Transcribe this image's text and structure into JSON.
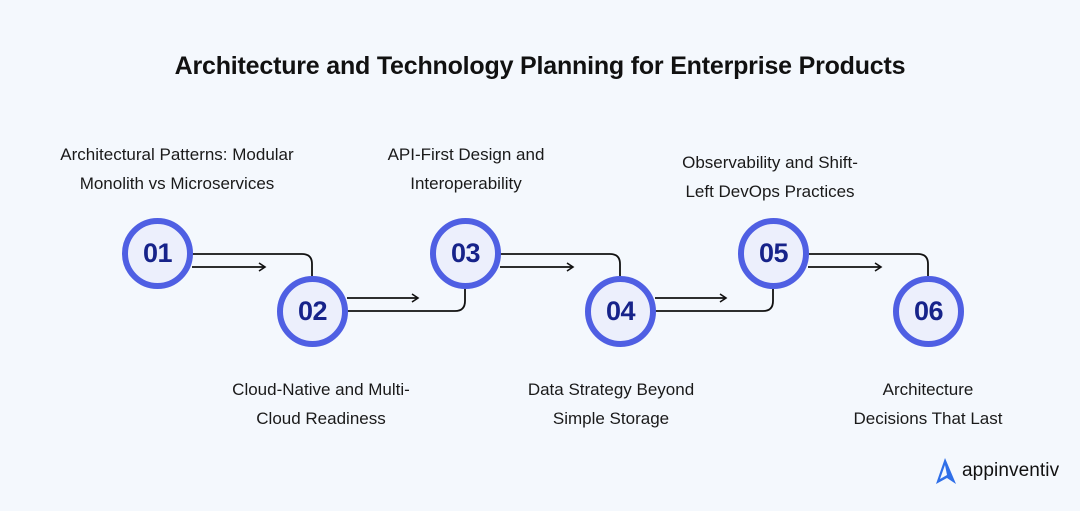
{
  "title": "Architecture and Technology Planning for Enterprise Products",
  "steps": [
    {
      "number": "01",
      "label_line1": "Architectural Patterns: Modular",
      "label_line2": "Monolith vs Microservices"
    },
    {
      "number": "02",
      "label_line1": "Cloud-Native and Multi-",
      "label_line2": "Cloud Readiness"
    },
    {
      "number": "03",
      "label_line1": "API-First Design and",
      "label_line2": "Interoperability"
    },
    {
      "number": "04",
      "label_line1": "Data Strategy Beyond",
      "label_line2": "Simple Storage"
    },
    {
      "number": "05",
      "label_line1": "Observability and Shift-",
      "label_line2": "Left DevOps Practices"
    },
    {
      "number": "06",
      "label_line1": "Architecture",
      "label_line2": "Decisions That Last"
    }
  ],
  "brand": {
    "name": "appinventiv",
    "logo_icon": "appinventiv-a-logo-icon",
    "color": "#2f6fe8"
  },
  "colors": {
    "circle_border": "#4f5fe3",
    "circle_fill": "#eceffc",
    "number_text": "#17238a",
    "background": "#f4f8fd"
  }
}
